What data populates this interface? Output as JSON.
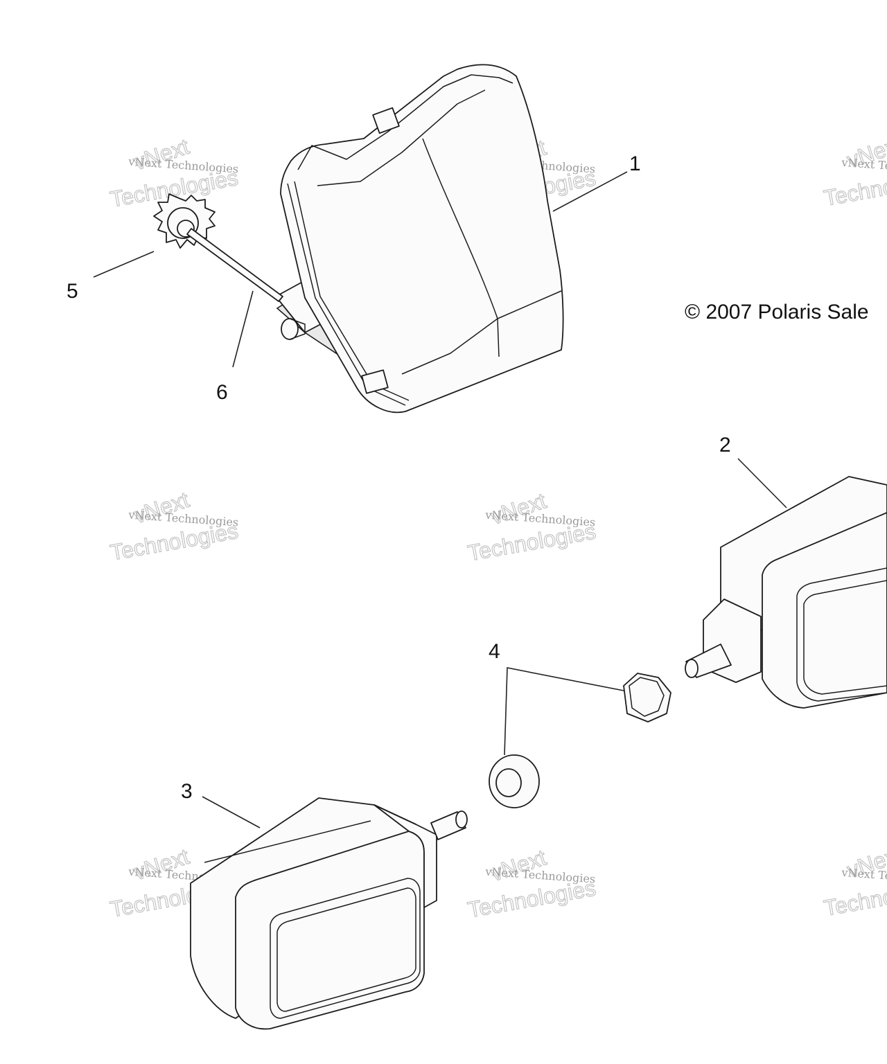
{
  "diagram": {
    "callouts": [
      {
        "id": "1",
        "label": "1"
      },
      {
        "id": "2",
        "label": "2"
      },
      {
        "id": "3",
        "label": "3"
      },
      {
        "id": "4",
        "label": "4"
      },
      {
        "id": "5",
        "label": "5"
      },
      {
        "id": "6",
        "label": "6"
      }
    ],
    "copyright": "© 2007 Polaris Sale"
  },
  "watermark": {
    "line1": "vNext Technologies",
    "line2": "vNext",
    "line3": "Technologies"
  }
}
